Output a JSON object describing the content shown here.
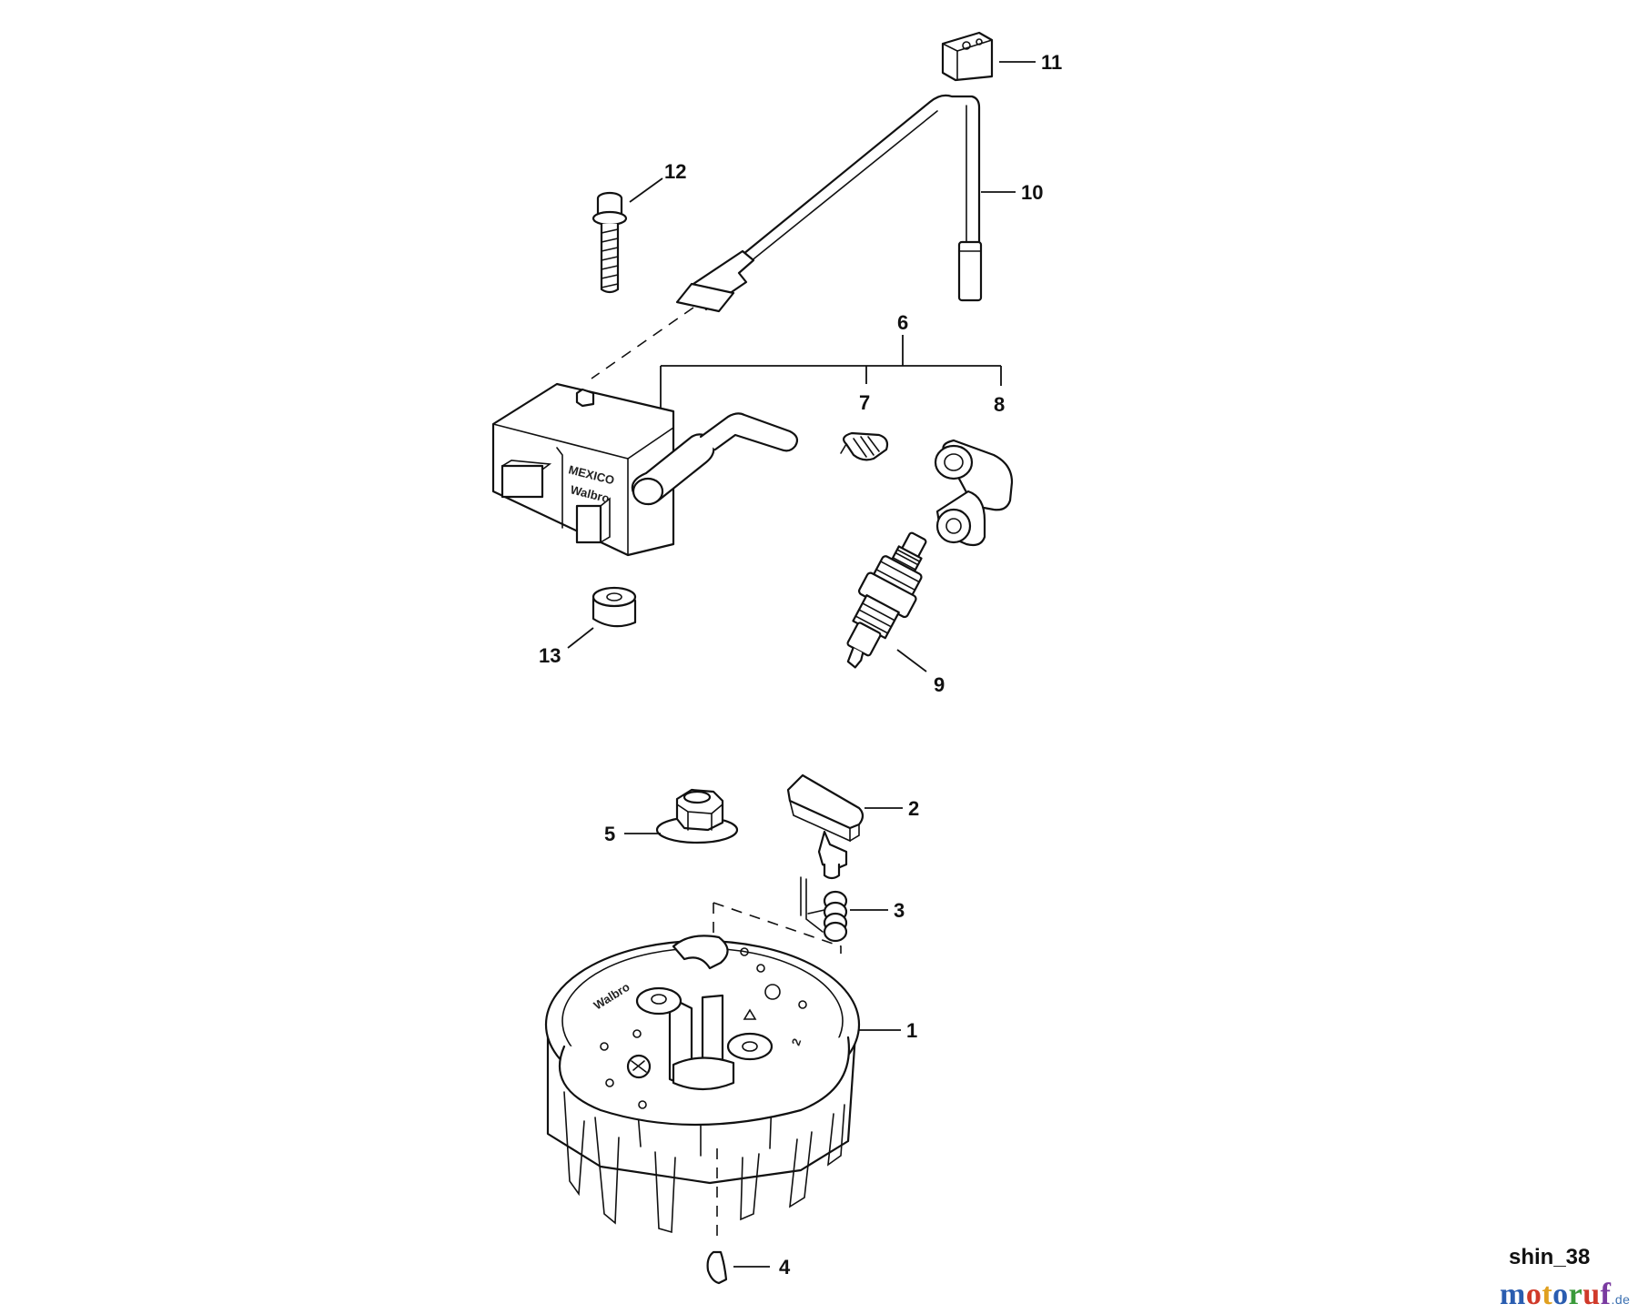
{
  "callouts": {
    "c1": "1",
    "c2": "2",
    "c3": "3",
    "c4": "4",
    "c5": "5",
    "c6": "6",
    "c7": "7",
    "c8": "8",
    "c9": "9",
    "c10": "10",
    "c11": "11",
    "c12": "12",
    "c13": "13"
  },
  "embossed": {
    "module_brand": "Walbro",
    "module_origin": "MEXICO",
    "flywheel_brand": "Walbro",
    "flywheel_mark": "2"
  },
  "diagram_id": "shin_38",
  "watermark": {
    "letters": [
      "m",
      "o",
      "t",
      "o",
      "r",
      "u",
      "f"
    ],
    "suffix": ".de",
    "colors": [
      "#2a5db0",
      "#d03a2a",
      "#e0a020",
      "#2a5db0",
      "#3a9a3a",
      "#d03a2a",
      "#7a3aa0"
    ]
  }
}
